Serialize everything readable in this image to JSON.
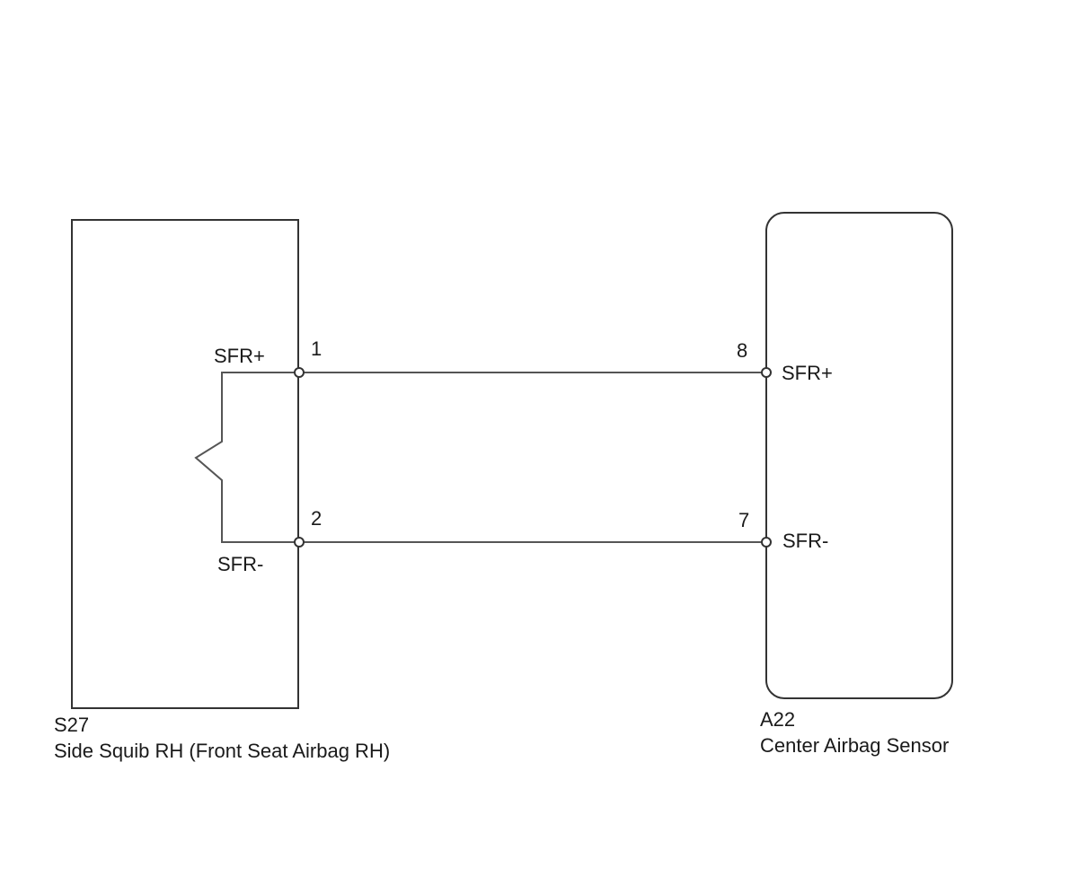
{
  "left_component": {
    "code": "S27",
    "name": "Side Squib RH (Front Seat Airbag RH)",
    "pins": [
      {
        "number": "1",
        "signal": "SFR+"
      },
      {
        "number": "2",
        "signal": "SFR-"
      }
    ]
  },
  "right_component": {
    "code": "A22",
    "name": "Center Airbag Sensor",
    "pins": [
      {
        "number": "8",
        "signal": "SFR+"
      },
      {
        "number": "7",
        "signal": "SFR-"
      }
    ]
  },
  "colors": {
    "outline": "#333333",
    "wire": "#555555",
    "text": "#1a1a1a",
    "background": "#ffffff"
  }
}
